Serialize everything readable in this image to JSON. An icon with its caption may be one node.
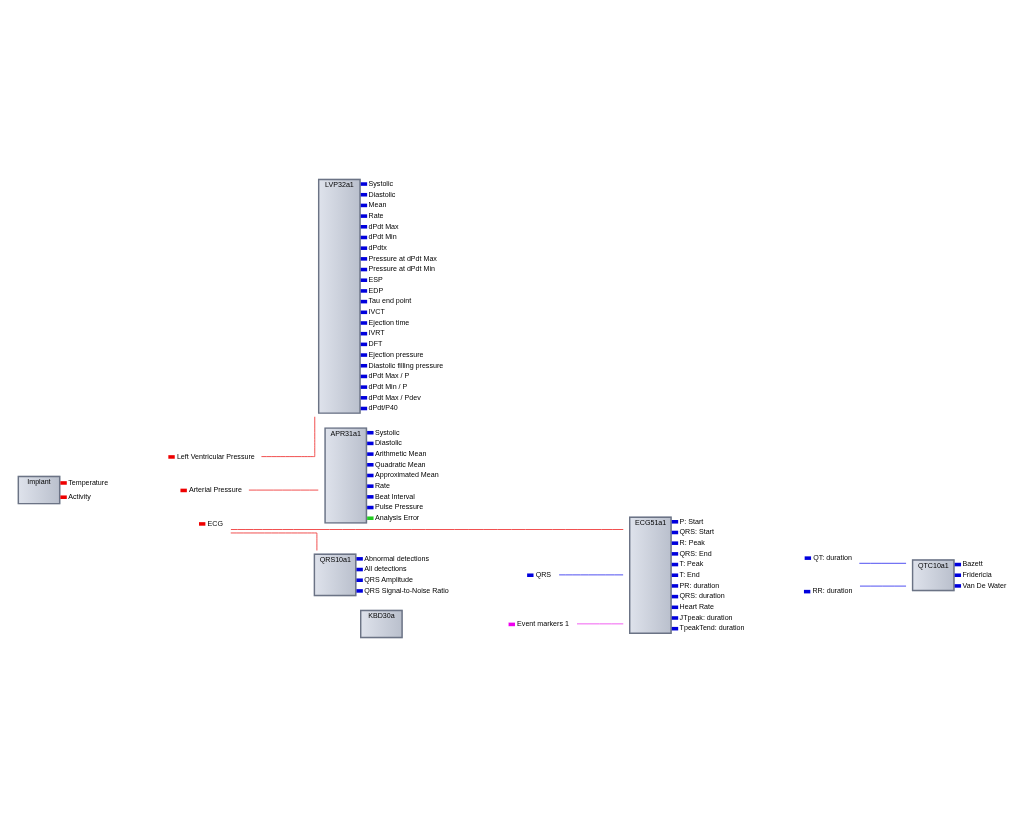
{
  "diagram": {
    "nodes": [
      {
        "text": [
          "Implant"
        ],
        "beside": [
          "Temperature",
          "Activity"
        ]
      },
      {
        "text": [
          "Left Ventricular Pressure"
        ]
      },
      {
        "text": [
          "Arterial Pressure"
        ]
      },
      {
        "text": [
          "ECG"
        ]
      },
      {
        "text": [
          "LVP32a1"
        ],
        "beside": [
          "Systolic",
          "Diastolic",
          "Mean",
          "Rate",
          "dPdt Max",
          "dPdt Min",
          "dPdtx",
          "Pressure at dPdt Max",
          "Pressure at dPdt Min",
          "ESP",
          "EDP",
          "Tau end point",
          "IVCT",
          "Ejection time",
          "IVRT",
          "DFT",
          "Ejection pressure",
          "Diastolic filling pressure",
          "dPdt Max / P",
          "dPdt Min / P",
          "dPdt Max / Pdev",
          "dPdt/P40"
        ]
      },
      {
        "text": [
          "APR31a1"
        ],
        "beside": [
          "Systolic",
          "Diastolic",
          "Arithmetic Mean",
          "Quadratic Mean",
          "Approximated Mean",
          "Rate",
          "Beat Interval",
          "Pulse Pressure",
          "Analysis Error"
        ]
      },
      {
        "text": [
          "ECG51a1"
        ],
        "beside": [
          "P: Start",
          "QRS: Start",
          "R: Peak",
          "QRS: End",
          "T: Peak",
          "T: End",
          "PR: duration",
          "QRS: duration",
          "Heart Rate",
          "JTpeak: duration",
          "TpeakTend: duration"
        ]
      },
      {
        "text": [
          "QT: duration"
        ]
      },
      {
        "text": [
          "RR: duration"
        ]
      },
      {
        "text": [
          "QRS10a1"
        ],
        "beside": [
          "Abnormal detections",
          "All detections",
          "QRS Amplitude",
          "QRS Signal-to-Noise Ratio"
        ]
      },
      {
        "text": [
          "QRS"
        ]
      },
      {
        "text": [
          "QTC10a1"
        ],
        "beside": [
          "Bazett",
          "Fridericia",
          "Van De Water"
        ]
      },
      {
        "text": [
          "KBD30a"
        ]
      },
      {
        "text": [
          "Event markers 1"
        ]
      }
    ],
    "edges": [
      {
        "from": 1,
        "to": 4,
        "arrow": "none"
      },
      {
        "from": 2,
        "to": 5,
        "arrow": "none"
      },
      {
        "from": 3,
        "to": 6,
        "arrow": "none"
      },
      {
        "from": 3,
        "to": 9,
        "arrow": "none"
      },
      {
        "from": 10,
        "to": 6,
        "arrow": "none",
        "color": "#3333ee"
      },
      {
        "from": 7,
        "to": 11,
        "arrow": "none",
        "color": "#3333ee"
      },
      {
        "from": 8,
        "to": 11,
        "arrow": "none",
        "color": "#3333ee"
      },
      {
        "from": 13,
        "to": 6,
        "arrow": "none",
        "color": "#ee44ee"
      }
    ]
  }
}
